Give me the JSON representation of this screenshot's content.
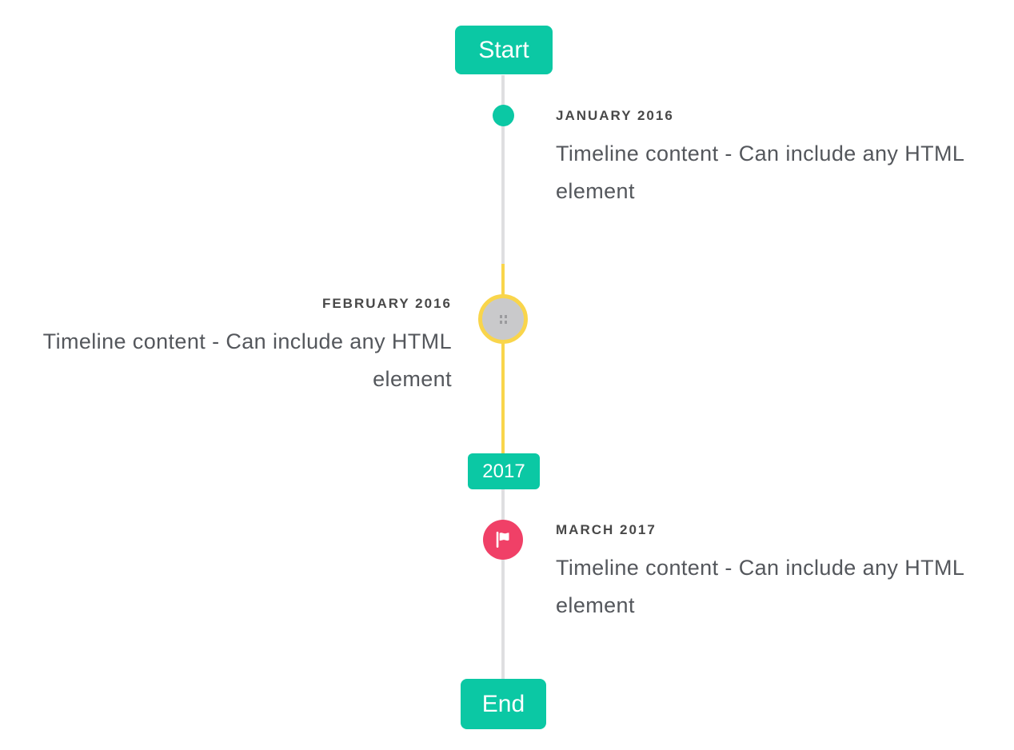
{
  "timeline": {
    "start_label": "Start",
    "year_badge": "2017",
    "end_label": "End",
    "colors": {
      "accent_teal": "#0bc8a4",
      "accent_yellow": "#f9d54b",
      "accent_pink": "#f04067",
      "line_gray": "#dfdfe1",
      "bullet_gray": "#c9c9cb",
      "label_text": "#484848",
      "content_text": "#54575c"
    },
    "events": [
      {
        "label": "JANUARY 2016",
        "content": "Timeline content - Can include any HTML element",
        "side": "right",
        "marker": "teal-dot"
      },
      {
        "label": "FEBRUARY 2016",
        "content": "Timeline content - Can include any HTML element",
        "side": "left",
        "marker": "image-bullet-yellow-ring"
      },
      {
        "label": "MARCH 2017",
        "content": "Timeline content - Can include any HTML element",
        "side": "right",
        "marker": "flag-bullet"
      }
    ]
  }
}
